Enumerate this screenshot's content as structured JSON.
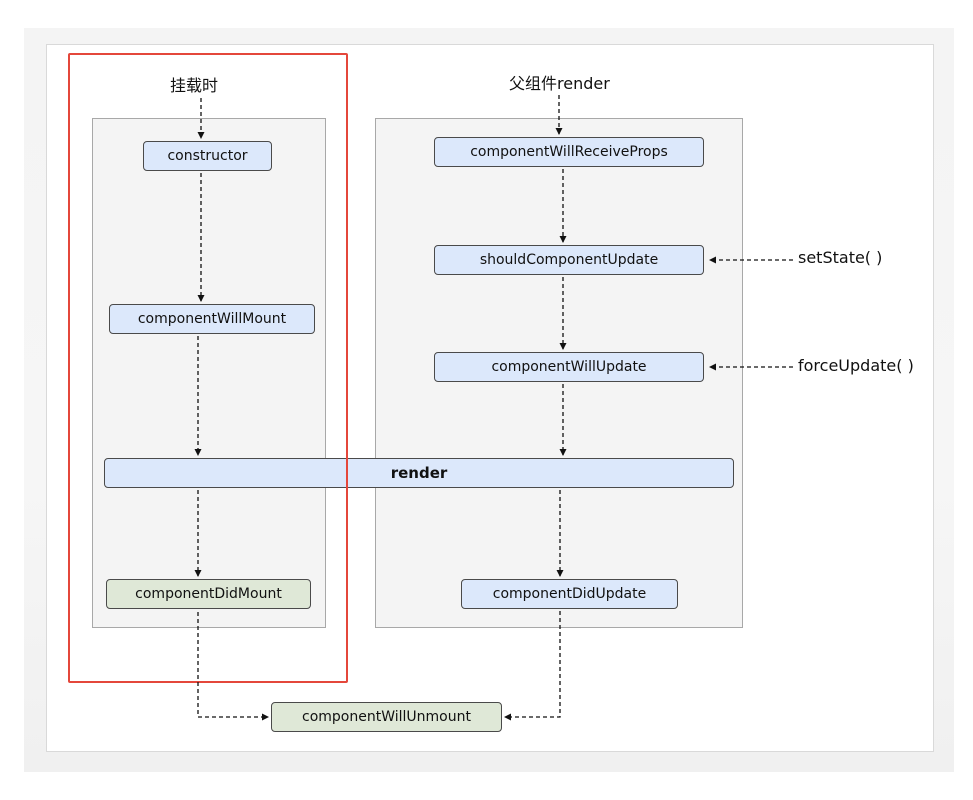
{
  "diagram": {
    "mount_title": "挂载时",
    "update_title": "父组件render",
    "external": {
      "set_state": "setState( )",
      "force_update": "forceUpdate( )"
    },
    "nodes": {
      "constructor": "constructor",
      "component_will_mount": "componentWillMount",
      "render": "render",
      "component_did_mount": "componentDidMount",
      "component_will_receive_props": "componentWillReceiveProps",
      "should_component_update": "shouldComponentUpdate",
      "component_will_update": "componentWillUpdate",
      "component_did_update": "componentDidUpdate",
      "component_will_unmount": "componentWillUnmount"
    },
    "colors": {
      "lifecycle_node": "#dce8fb",
      "committed_node": "#dfe8d7",
      "highlight_border": "#e4473b"
    }
  }
}
